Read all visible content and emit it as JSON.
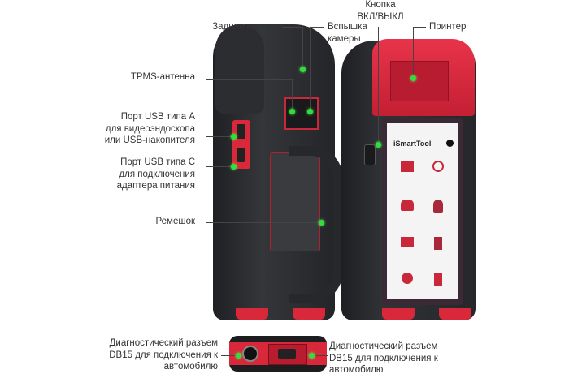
{
  "labels": {
    "rear_camera": "Задняя камера",
    "flash": [
      "Вспышка",
      "камеры"
    ],
    "power_button": [
      "Кнопка",
      "ВКЛ/ВЫКЛ"
    ],
    "printer": "Принтер",
    "tpms": "TPMS-антенна",
    "usb_a": [
      "Порт USB типа A",
      "для видеоэндоскопа",
      "или USB-накопителя"
    ],
    "usb_c": [
      "Порт USB типа C",
      "для подключения",
      "адаптера питания"
    ],
    "strap": "Ремешок",
    "db15_left": [
      "Диагностический разъем",
      "DB15 для подключения к",
      "автомобилю"
    ],
    "db15_right": [
      "Диагностический разъем",
      "DB15 для подключения к",
      "автомобилю"
    ]
  },
  "device": {
    "screen_brand": "iSmartTool",
    "colors": {
      "body": "#2a2b2e",
      "accent": "#d8283a",
      "marker": "#2ee03a"
    }
  }
}
